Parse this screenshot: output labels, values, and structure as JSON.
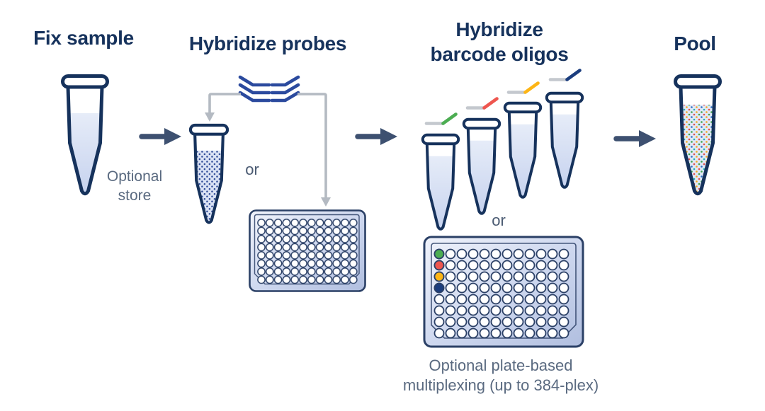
{
  "page": {
    "type": "lab-workflow-diagram",
    "background": "#ffffff"
  },
  "palette": {
    "heading_text": "#16325c",
    "muted_text": "#5a6a80",
    "or_text": "#4a5a72",
    "arrow": "#3d5070",
    "tube_outline": "#16325c",
    "probe_blue": "#2b4a9e",
    "connector_gray": "#b4bac2",
    "plate_outline": "#2b4066",
    "liquid_fill": "#cfdaf1",
    "barcode_green": "#4cad52",
    "barcode_red": "#ee564f",
    "barcode_yellow": "#fdb515",
    "barcode_navy": "#1b3d7e"
  },
  "steps": {
    "fix": {
      "title": "Fix sample",
      "note_line1": "Optional",
      "note_line2": "store"
    },
    "probes": {
      "title": "Hybridize probes",
      "or_label": "or"
    },
    "barcode": {
      "title_line1": "Hybridize",
      "title_line2": "barcode oligos",
      "or_label": "or",
      "caption_line1": "Optional plate-based",
      "caption_line2": "multiplexing (up to 384-plex)"
    },
    "pool": {
      "title": "Pool"
    }
  },
  "icons": {
    "tube": "microcentrifuge-tube",
    "plate": "96-well-plate",
    "probes": "probe-chevrons",
    "oligo": "barcode-oligo",
    "arrow": "flow-arrow"
  }
}
